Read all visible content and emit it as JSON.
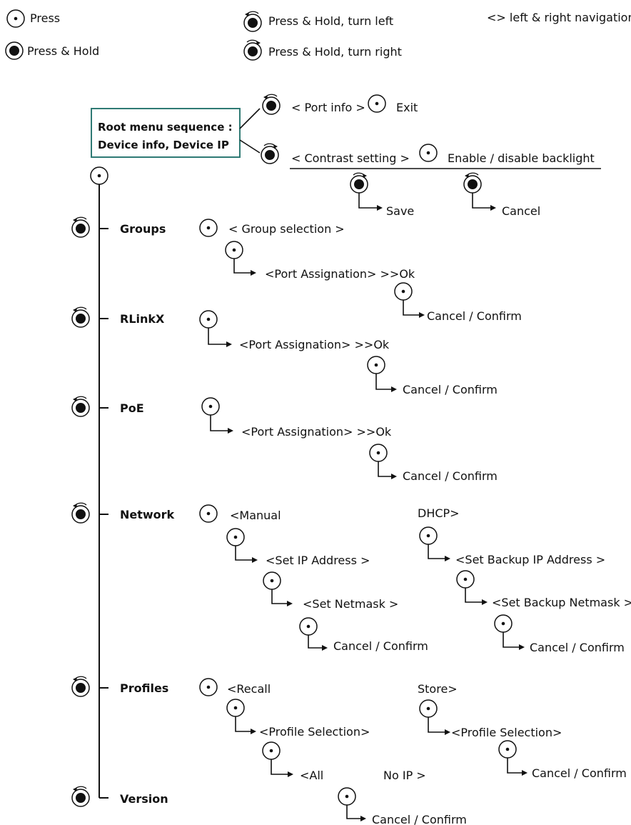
{
  "legend": {
    "press": "Press",
    "press_hold": "Press & Hold",
    "hold_left": "Press & Hold, turn left",
    "hold_right": "Press & Hold, turn right",
    "nav": "<> left & right navigation"
  },
  "root": {
    "line1": "Root menu sequence :",
    "line2": "Device info, Device IP"
  },
  "top": {
    "port_info": "< Port info >",
    "exit": "Exit",
    "contrast": "< Contrast setting >",
    "backlight": "Enable / disable backlight",
    "save": "Save",
    "cancel": "Cancel"
  },
  "menu": {
    "groups": "Groups",
    "rlinkx": "RLinkX",
    "poe": "PoE",
    "network": "Network",
    "profiles": "Profiles",
    "version": "Version"
  },
  "groups": {
    "selection": "< Group selection >",
    "port_assign": "<Port Assignation> >>Ok",
    "confirm": "Cancel / Confirm"
  },
  "rlinkx": {
    "port_assign": "<Port Assignation> >>Ok",
    "confirm": "Cancel / Confirm"
  },
  "poe": {
    "port_assign": "<Port Assignation> >>Ok",
    "confirm": "Cancel / Confirm"
  },
  "network": {
    "manual": "<Manual",
    "dhcp": "DHCP>",
    "set_ip": "<Set IP Address >",
    "set_netmask": "<Set Netmask >",
    "confirm_manual": "Cancel / Confirm",
    "set_backup_ip": "<Set Backup IP Address >",
    "set_backup_netmask": "<Set Backup Netmask >",
    "confirm_dhcp": "Cancel / Confirm"
  },
  "profiles": {
    "recall": "<Recall",
    "store": "Store>",
    "recall_selection": "<Profile Selection>",
    "store_selection": "<Profile Selection>",
    "all": "<All",
    "no_ip": "No IP >",
    "confirm_store": "Cancel / Confirm",
    "confirm_recall": "Cancel / Confirm"
  }
}
